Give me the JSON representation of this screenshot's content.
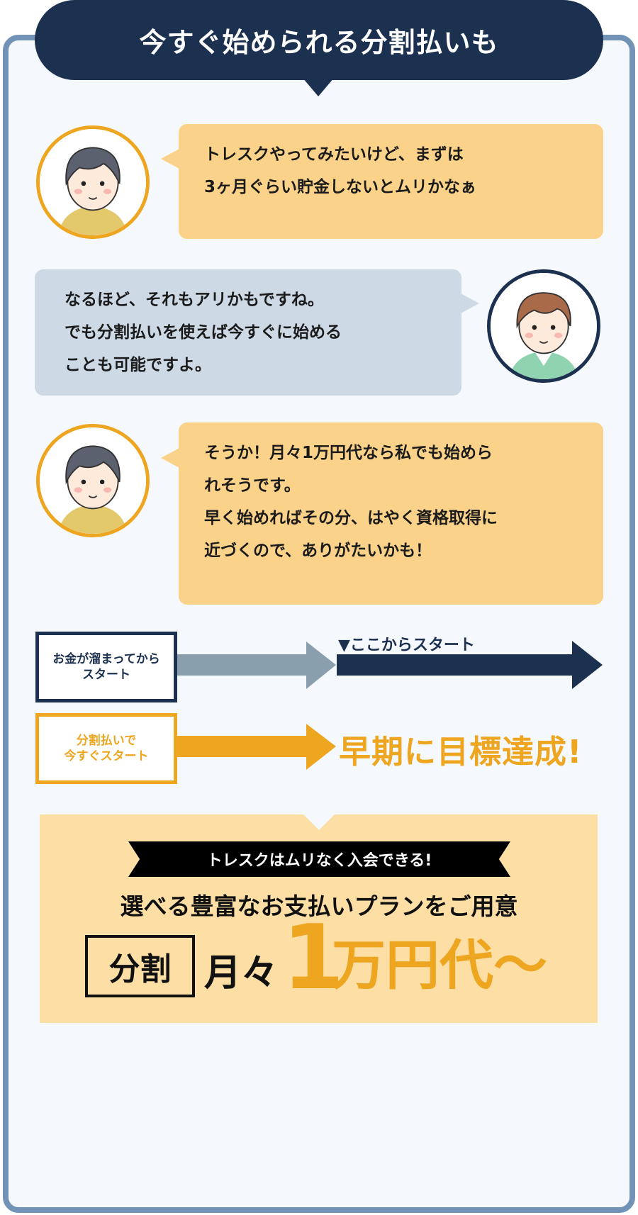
{
  "title": "今すぐ始められる分割払いも",
  "conversation": [
    {
      "speaker": "student",
      "lines": [
        "トレスクやってみたいけど、まずは",
        "3ヶ月ぐらい貯金しないとムリかなぁ"
      ]
    },
    {
      "speaker": "advisor",
      "lines": [
        "なるほど、それもアリかもですね。",
        "でも分割払いを使えば今すぐに始める",
        "ことも可能ですよ。"
      ]
    },
    {
      "speaker": "student",
      "lines": [
        "そうか！月々1万円代なら私でも始めら",
        "れそうです。",
        "早く始めればその分、はやく資格取得に",
        "近づくので、ありがたいかも！"
      ]
    }
  ],
  "comparison": {
    "saving_box": [
      "お金が溜まってから",
      "スタート"
    ],
    "start_here": "▼ここからスタート",
    "installment_box": [
      "分割払いで",
      "今すぐスタート"
    ],
    "goal": "早期に目標達成!"
  },
  "offer": {
    "ribbon": "トレスクはムリなく入会できる!",
    "headline": "選べる豊富なお支払いプランをご用意",
    "split_label": "分割",
    "monthly": "月々",
    "amount_number": "1",
    "amount_suffix": "万円代〜"
  },
  "colors": {
    "navy": "#1c3050",
    "orange": "#eea520",
    "orange_bubble": "#fbd28a",
    "gray_bubble": "#cdd9e5",
    "frame": "#7293b6",
    "panel": "#fddfa5"
  }
}
